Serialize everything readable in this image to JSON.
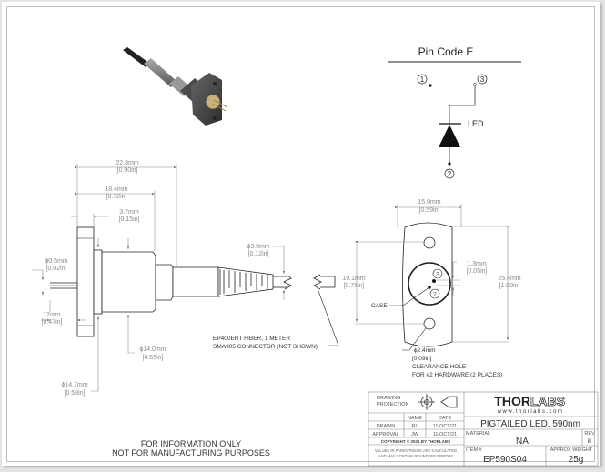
{
  "pin_code": {
    "title": "Pin Code E",
    "pins": [
      "1",
      "3",
      "2"
    ],
    "led_label": "LED"
  },
  "side_view": {
    "dims": {
      "overall_length": {
        "mm": "22.8mm",
        "in": "[0.90in]"
      },
      "body_length": {
        "mm": "18.4mm",
        "in": "[0.72in]"
      },
      "flange_offset": {
        "mm": "3.7mm",
        "in": "[0.15in]"
      },
      "pin_diameter": {
        "mm": "ϕ0.5mm",
        "in": "[0.02in]"
      },
      "pin_length": {
        "mm": "12mm",
        "in": "[0.47in]"
      },
      "body_diameter": {
        "mm": "ϕ14.0mm",
        "in": "[0.55in]"
      },
      "flange_diameter": {
        "mm": "ϕ14.7mm",
        "in": "[0.58in]"
      },
      "fiber_diameter": {
        "mm": "ϕ3.0mm",
        "in": "[0.12in]"
      }
    },
    "fiber_note_line1": "EP400ERT FIBER, 1 METER",
    "fiber_note_line2": "SMA905 CONNECTOR  (NOT SHOWN)"
  },
  "front_view": {
    "dims": {
      "width": {
        "mm": "15.0mm",
        "in": "[0.59in]"
      },
      "hole_spacing": {
        "mm": "19.1mm",
        "in": "[0.75in]"
      },
      "height": {
        "mm": "25.4mm",
        "in": "[1.00in]"
      },
      "pin_offset": {
        "mm": "1.3mm",
        "in": "[0.05in]"
      },
      "hole_diameter": {
        "mm": "ϕ2.4mm",
        "in": "[0.09in]"
      }
    },
    "case_label": "CASE",
    "pin_labels": [
      "3",
      "2"
    ],
    "hole_note_line1": "CLEARANCE HOLE",
    "hole_note_line2": "FOR #2 HARDWARE (2 PLACES)"
  },
  "notice": {
    "line1": "FOR INFORMATION ONLY",
    "line2": "NOT FOR MANUFACTURING PURPOSES"
  },
  "title_block": {
    "projection_label_1": "DRAWING",
    "projection_label_2": "PROJECTION",
    "col_name": "NAME",
    "col_date": "DATE",
    "rows": [
      {
        "role": "DRAWN",
        "name": "RL",
        "date": "11/OCT/21"
      },
      {
        "role": "APPROVAL",
        "name": "JW",
        "date": "11/OCT/21"
      }
    ],
    "copyright": "COPYRIGHT © 2021 BY THORLABS",
    "disclaimer_1": "VALUES IN PARENTHESIS ARE CALCULATED",
    "disclaimer_2": "AND MAY CONTAIN ROUNDOFF ERRORS",
    "logo_thor": "THOR",
    "logo_labs": "LABS",
    "website": "www.thorlabs.com",
    "description": "PIGTAILED LED, 590nm",
    "material_label": "MATERIAL",
    "material_value": "NA",
    "rev_label": "REV",
    "rev_value": "B",
    "item_label": "ITEM #",
    "item_value": "EP590S04",
    "weight_label": "APPROX WEIGHT",
    "weight_value": "25g"
  }
}
